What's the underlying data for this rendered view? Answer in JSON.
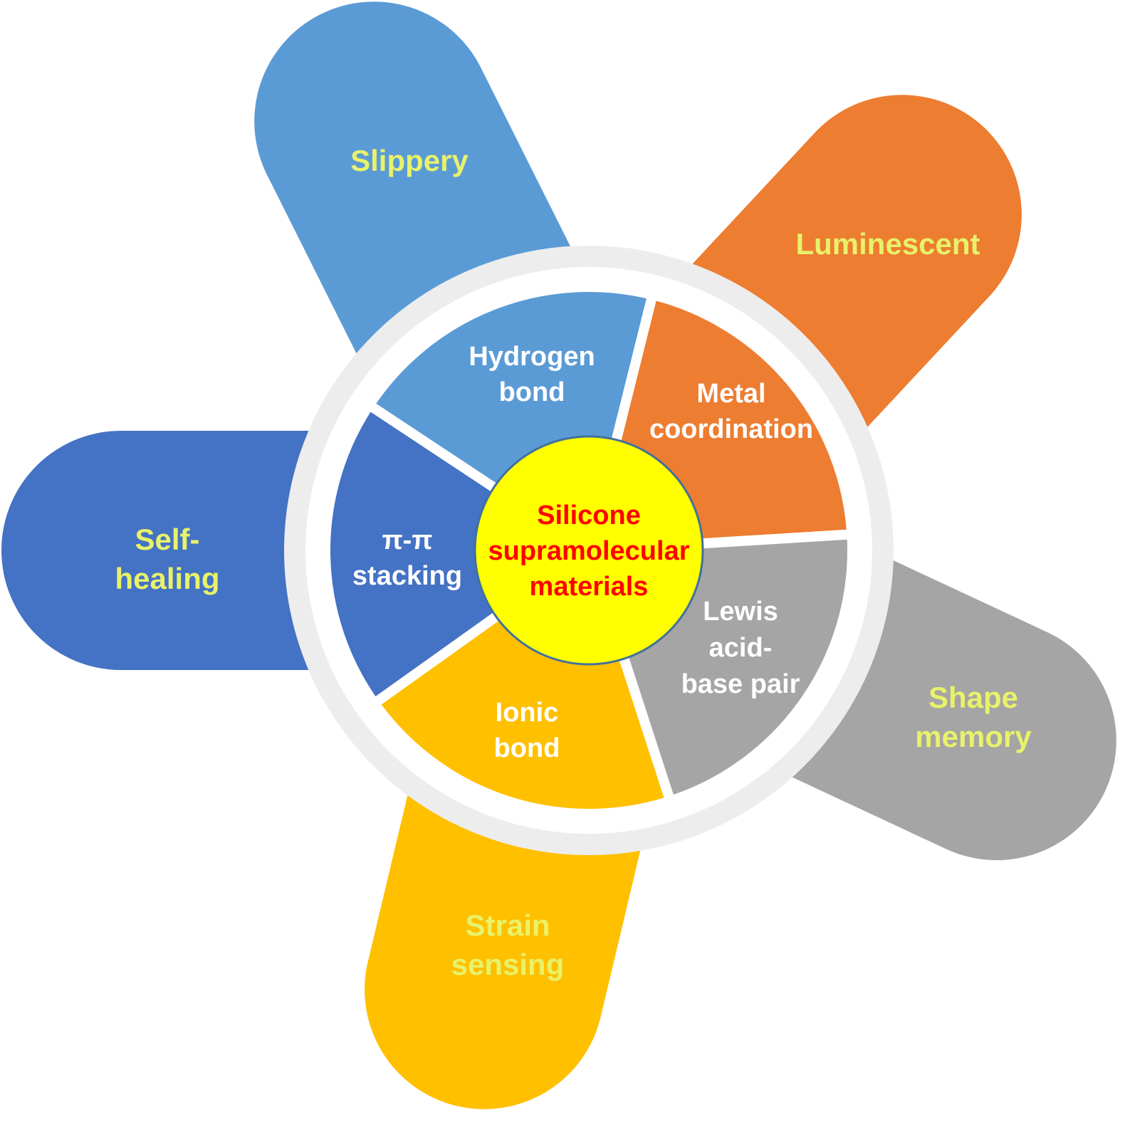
{
  "center": {
    "lines": [
      "Silicone",
      "supramolecular",
      "materials"
    ]
  },
  "properties": [
    {
      "id": "slippery",
      "lines": [
        "Slippery"
      ],
      "color": "#5b9bd5"
    },
    {
      "id": "luminescent",
      "lines": [
        "Luminescent"
      ],
      "color": "#ed7d31"
    },
    {
      "id": "self-healing",
      "lines": [
        "Self-",
        "healing"
      ],
      "color": "#4472c4"
    },
    {
      "id": "shape-memory",
      "lines": [
        "Shape",
        "memory"
      ],
      "color": "#a5a5a5"
    },
    {
      "id": "strain-sensing",
      "lines": [
        "Strain",
        "sensing"
      ],
      "color": "#ffc000"
    }
  ],
  "interactions": [
    {
      "id": "hydrogen-bond",
      "lines": [
        "Hydrogen",
        "bond"
      ],
      "color": "#5b9bd5"
    },
    {
      "id": "metal-coordination",
      "lines": [
        "Metal",
        "coordination"
      ],
      "color": "#ed7d31"
    },
    {
      "id": "lewis-acid-base-pair",
      "lines": [
        "Lewis",
        "acid-",
        "base pair"
      ],
      "color": "#a5a5a5"
    },
    {
      "id": "ionic-bond",
      "lines": [
        "Ionic",
        "bond"
      ],
      "color": "#ffc000"
    },
    {
      "id": "pi-pi-stacking",
      "lines": [
        "π-π",
        "stacking"
      ],
      "color": "#4472c4"
    }
  ],
  "colors": {
    "center_fill": "#ffff00",
    "center_text": "#ff0000",
    "ring": "#ededed",
    "petal_text": "#e8f26a"
  }
}
